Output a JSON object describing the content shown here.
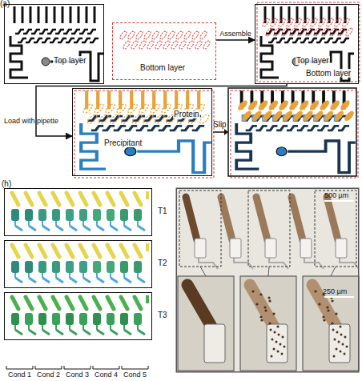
{
  "diagram": {
    "nodes": [
      {
        "text": [
          "Top layer"
        ]
      },
      {
        "text": [
          "Bottom layer"
        ]
      },
      {
        "text": [
          "Top layer",
          "Bottom layer"
        ]
      },
      {
        "text": [
          "Protein",
          "Precipitant"
        ]
      },
      {
        "text": [
          "T1"
        ]
      },
      {
        "text": [
          "T2"
        ]
      },
      {
        "text": [
          "T3"
        ]
      },
      {
        "text": [
          "500 µm",
          "250 µm"
        ]
      }
    ],
    "edges": [
      {
        "from": 1,
        "to": 2,
        "label": "Assemble",
        "arrow": "to"
      },
      {
        "from": 2,
        "to": 3,
        "label": "Load with pipette",
        "arrow": "to"
      }
    ],
    "labels": [
      "(a)",
      "Slip",
      "(h)",
      "Cond 1",
      "Cond 2",
      "Cond 3",
      "Cond 4",
      "Cond 5"
    ]
  }
}
